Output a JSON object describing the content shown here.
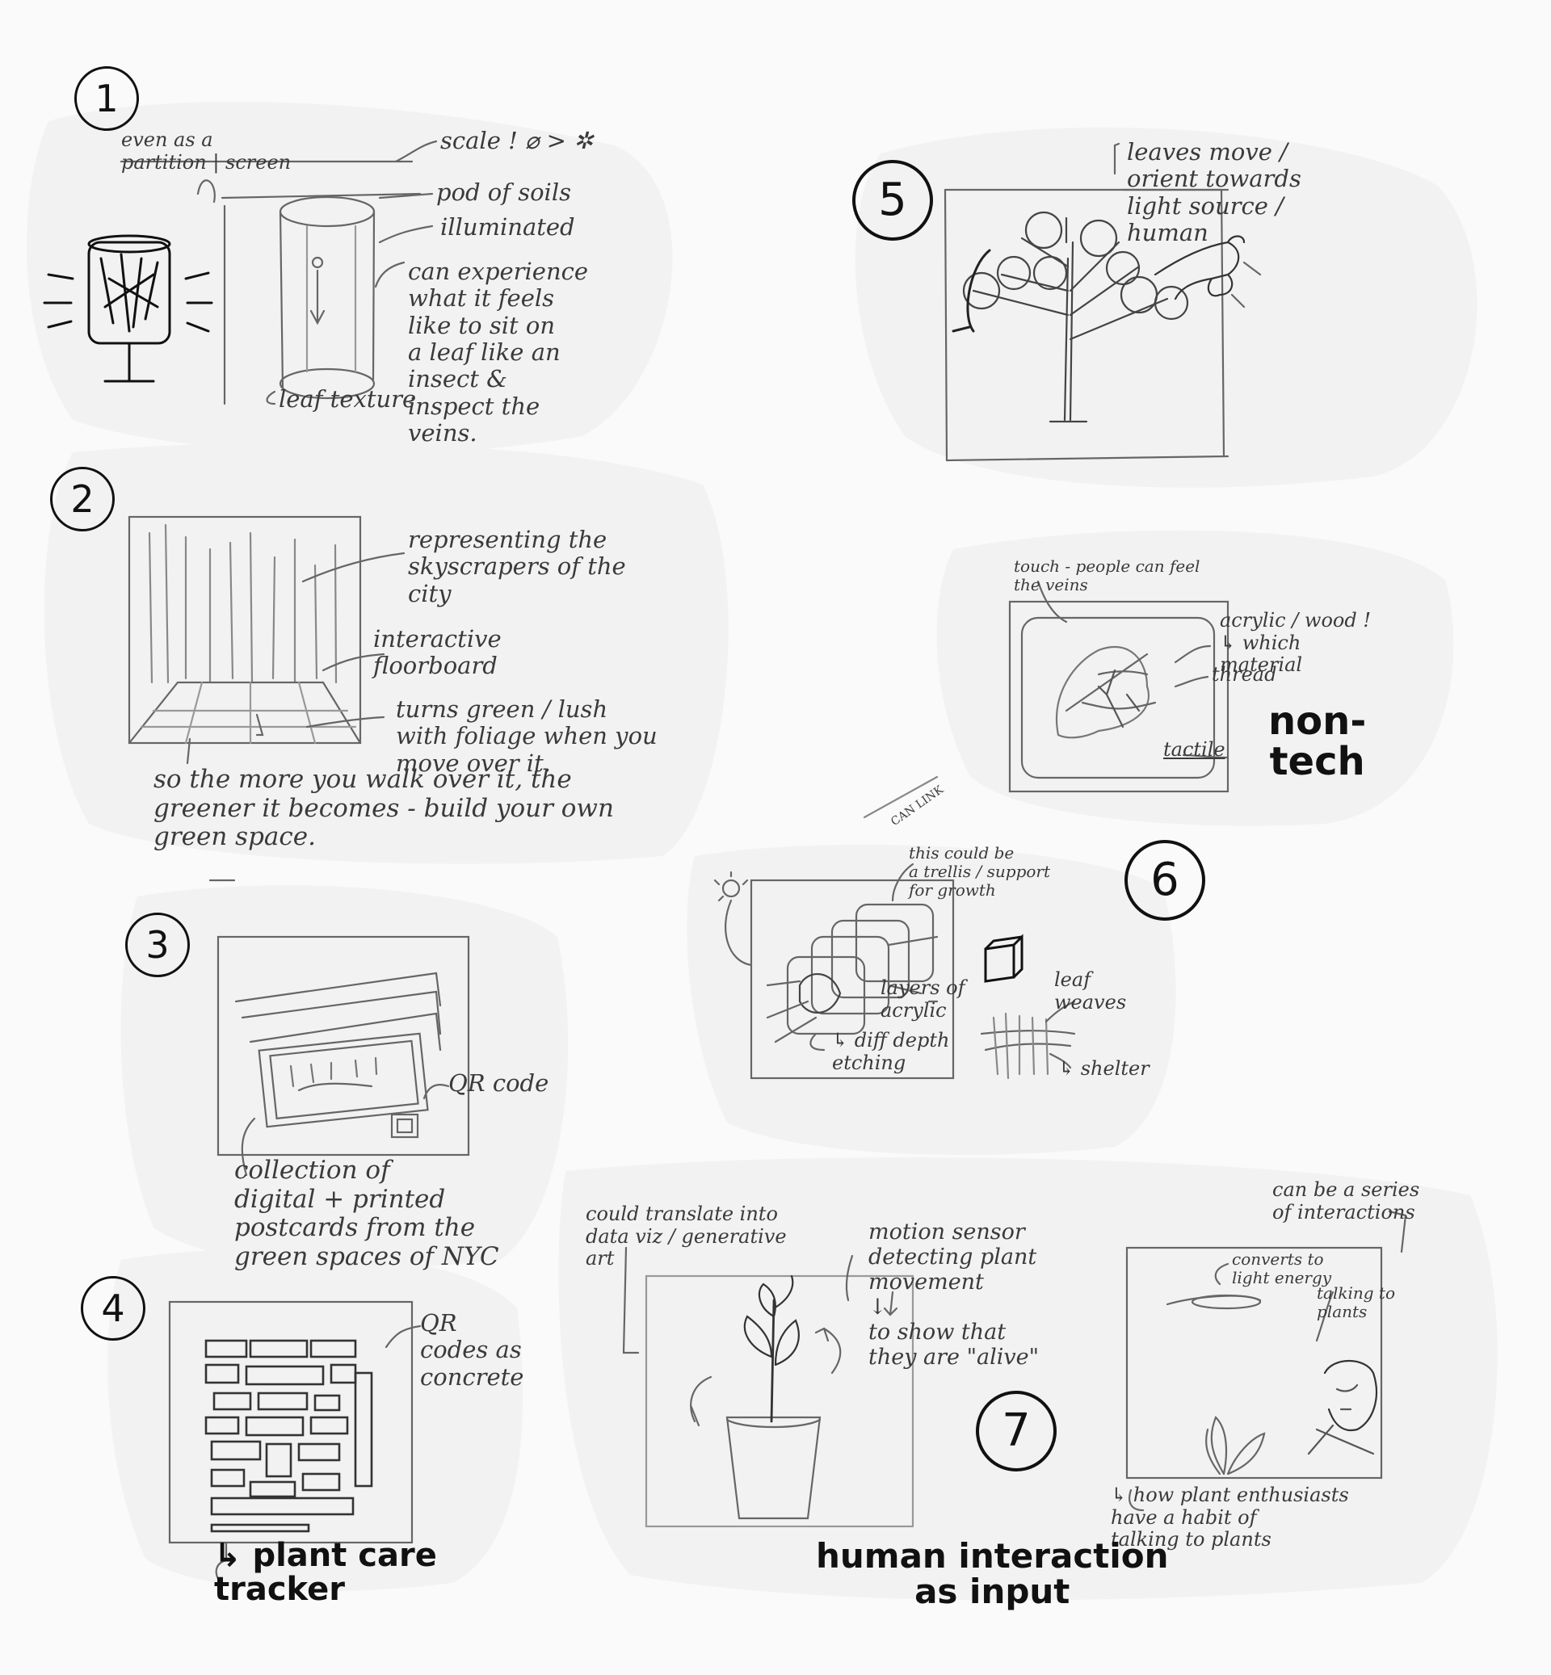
{
  "sketch": {
    "s1": {
      "number": "1",
      "screen_label": "even as a\npartition | screen",
      "scale": "scale ! ⌀ > ✲",
      "pod": "pod of soils",
      "illuminated": "illuminated",
      "experience": "can experience\nwhat it feels\nlike to sit on\na leaf like an\ninsect &\ninspect the\nveins.",
      "leaf_texture": "leaf texture"
    },
    "s2": {
      "number": "2",
      "skyscrapers": "representing the\nskyscrapers of the\ncity",
      "floorboard": "interactive\nfloorboard",
      "turns_green": "turns green / lush\nwith foliage when you\nmove over it.",
      "caption": "so the more you walk over it, the\ngreener it becomes - build your own\ngreen space."
    },
    "s3": {
      "number": "3",
      "qr": "QR code",
      "caption": "collection of\ndigital + printed\npostcards from the\ngreen spaces of NYC"
    },
    "s4": {
      "number": "4",
      "qr": "QR\ncodes as\nconcrete",
      "caption": "↳ plant care\ntracker"
    },
    "s5": {
      "number": "5",
      "caption": "leaves move /\norient towards\nlight source /\nhuman"
    },
    "s6": {
      "number": "6",
      "touch": "touch - people can feel\nthe veins",
      "acrylic_wood": "acrylic / wood !\n↳ which\nmaterial",
      "thread": "thread",
      "tactile": "tactile",
      "non_tech": "non-\ntech",
      "can_link": "CAN LINK",
      "trellis": "this could be\na trellis / support\nfor growth",
      "layers": "layers of\nacrylic",
      "etching": "↳ diff depth\netching",
      "leaf_weaves": "leaf\nweaves",
      "shelter": "↳ shelter"
    },
    "s7": {
      "number": "7",
      "translate": "could translate into\ndata viz / generative\nart",
      "motion": "motion sensor\ndetecting plant\nmovement\n↓\nto show that\nthey are \"alive\"",
      "series": "can be a series\nof interactions",
      "converts": "converts to\nlight energy",
      "talking": "talking to\nplants",
      "enthusiasts": "↳ how plant enthusiasts\nhave a habit of\ntalking to plants",
      "caption": "human interaction\nas input"
    }
  }
}
